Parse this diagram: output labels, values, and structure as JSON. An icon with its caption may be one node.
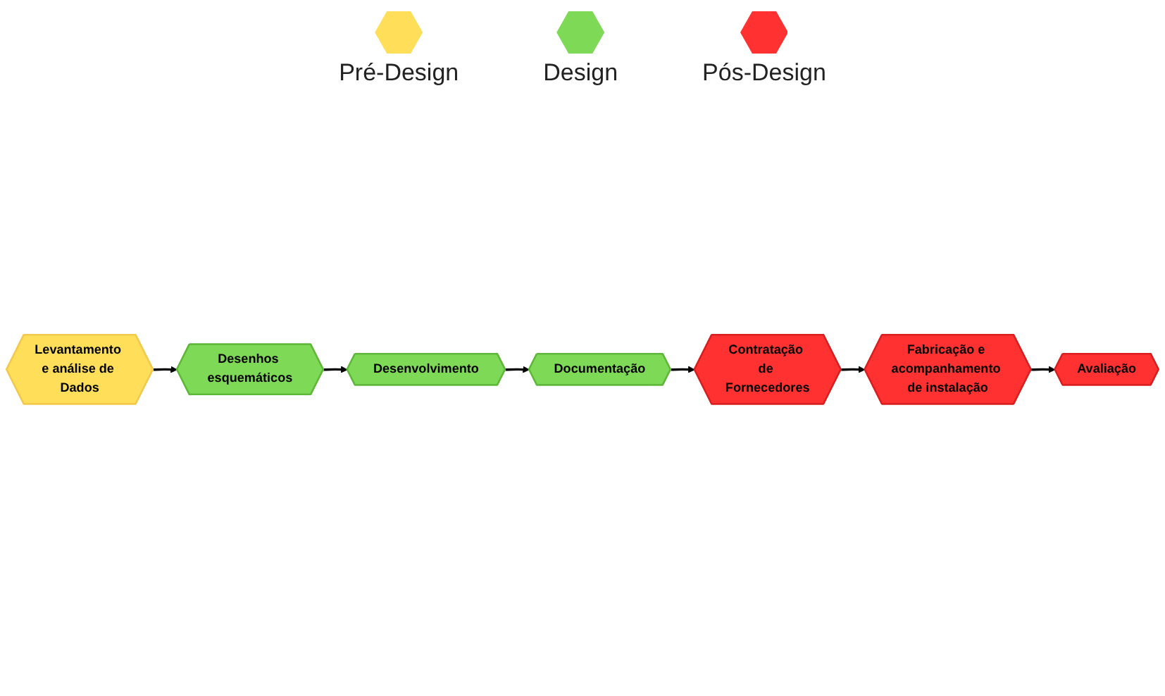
{
  "diagram": {
    "nodes": [
      {
        "text": [
          "Levantamento e análise de Dados"
        ]
      },
      {
        "text": [
          "Desenhos esquemáticos"
        ]
      },
      {
        "text": [
          "Desenvolvimento"
        ]
      },
      {
        "text": [
          "Documentação"
        ]
      },
      {
        "text": [
          "Contratação de Fornecedores"
        ]
      },
      {
        "text": [
          "Fabricação e acompanhamento de instalação"
        ]
      },
      {
        "text": [
          "Avaliação"
        ]
      }
    ],
    "edges": [
      {
        "from": 0,
        "to": 1,
        "arrow": "to"
      },
      {
        "from": 1,
        "to": 2,
        "arrow": "to"
      },
      {
        "from": 2,
        "to": 3,
        "arrow": "to"
      },
      {
        "from": 3,
        "to": 4,
        "arrow": "to"
      },
      {
        "from": 4,
        "to": 5,
        "arrow": "to"
      },
      {
        "from": 5,
        "to": 6,
        "arrow": "to"
      }
    ],
    "legend": [
      {
        "text": "Pré-Design",
        "color": "#ffde59"
      },
      {
        "text": "Design",
        "color": "#7ed957"
      },
      {
        "text": "Pós-Design",
        "color": "#ff3131"
      }
    ]
  }
}
